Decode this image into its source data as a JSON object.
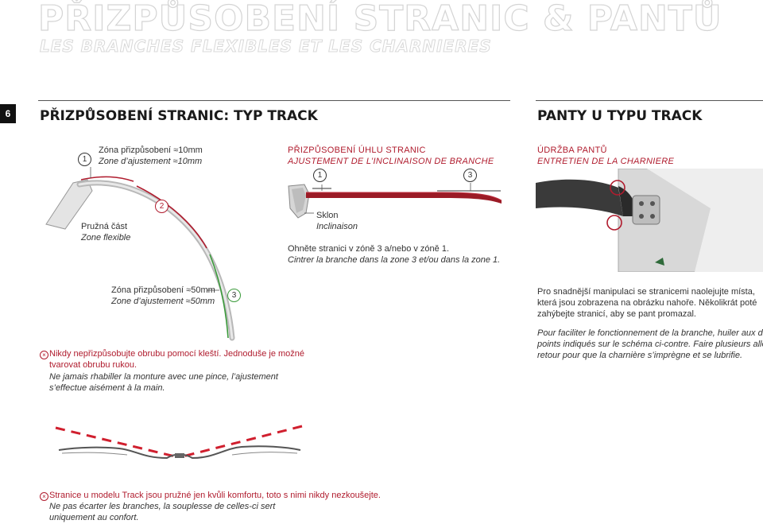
{
  "hero": {
    "title": "PŘIZPŮSOBENÍ STRANIC & PANTŮ",
    "subtitle": "LES BRANCHES FLEXIBLES ET LES CHARNIERES"
  },
  "page_number": "6",
  "left": {
    "title": "PŘIZPŮSOBENÍ STRANIC: TYP TRACK",
    "zone1": {
      "num": "1",
      "cz": "Zóna přizpůsobení ≈10mm",
      "fr": "Zone d’ajustement ≈10mm"
    },
    "zone2": {
      "num": "2",
      "cz": "Pružná část",
      "fr": "Zone flexible"
    },
    "zone3": {
      "num": "3",
      "cz": "Zóna přizpůsobení ≈50mm",
      "fr": "Zone d’ajustement ≈50mm"
    },
    "angle": {
      "cz": "PŘIZPŮSOBENÍ ÚHLU STRANIC",
      "fr": "AJUSTEMENT DE L’INCLINAISON DE BRANCHE",
      "marker1": "1",
      "marker3": "3",
      "tilt_cz": "Sklon",
      "tilt_fr": "Inclinaison",
      "bend_cz": "Ohněte stranici v zóně 3 a/nebo v zóně 1.",
      "bend_fr": "Cintrer la branche dans la zone 3 et/ou dans la zone 1."
    },
    "warning": {
      "cz_line1": "Nikdy nepřizpůsobujte obrubu pomocí kleští. Jednoduše je možné",
      "cz_line2": "tvarovat obrubu rukou.",
      "fr_line1": "Ne jamais rhabiller la monture avec une pince, l’ajustement",
      "fr_line2": "s’effectue aisément à la main."
    }
  },
  "right": {
    "title": "PANTY U TYPU TRACK",
    "care_cz": "ÚDRŽBA PANTŮ",
    "care_fr": "ENTRETIEN DE LA CHARNIERE",
    "text_cz": [
      "Pro snadnější manipulaci se stranicemi naolejujte místa,",
      "která jsou zobrazena na obrázku nahoře. Několikrát poté",
      "zahýbejte stranicí, aby se pant promazal."
    ],
    "text_fr": [
      "Pour faciliter le fonctionnement de la branche, huiler aux deux",
      "points indiqués sur le schéma ci-contre. Faire plusieurs aller/",
      "retour pour que la charnière s’imprègne et se lubrifie."
    ]
  },
  "bottom": {
    "cz": "Stranice u modelu Track jsou pružné jen kvůli komfortu, toto s nimi nikdy nezkoušejte.",
    "fr_line1": "Ne pas écarter les branches, la souplesse de celles-ci sert",
    "fr_line2": "uniquement au confort."
  },
  "icons": {
    "warning": "x-circle-icon"
  },
  "colors": {
    "accent": "#b01c2e",
    "flex_green": "#3a9a3a"
  }
}
